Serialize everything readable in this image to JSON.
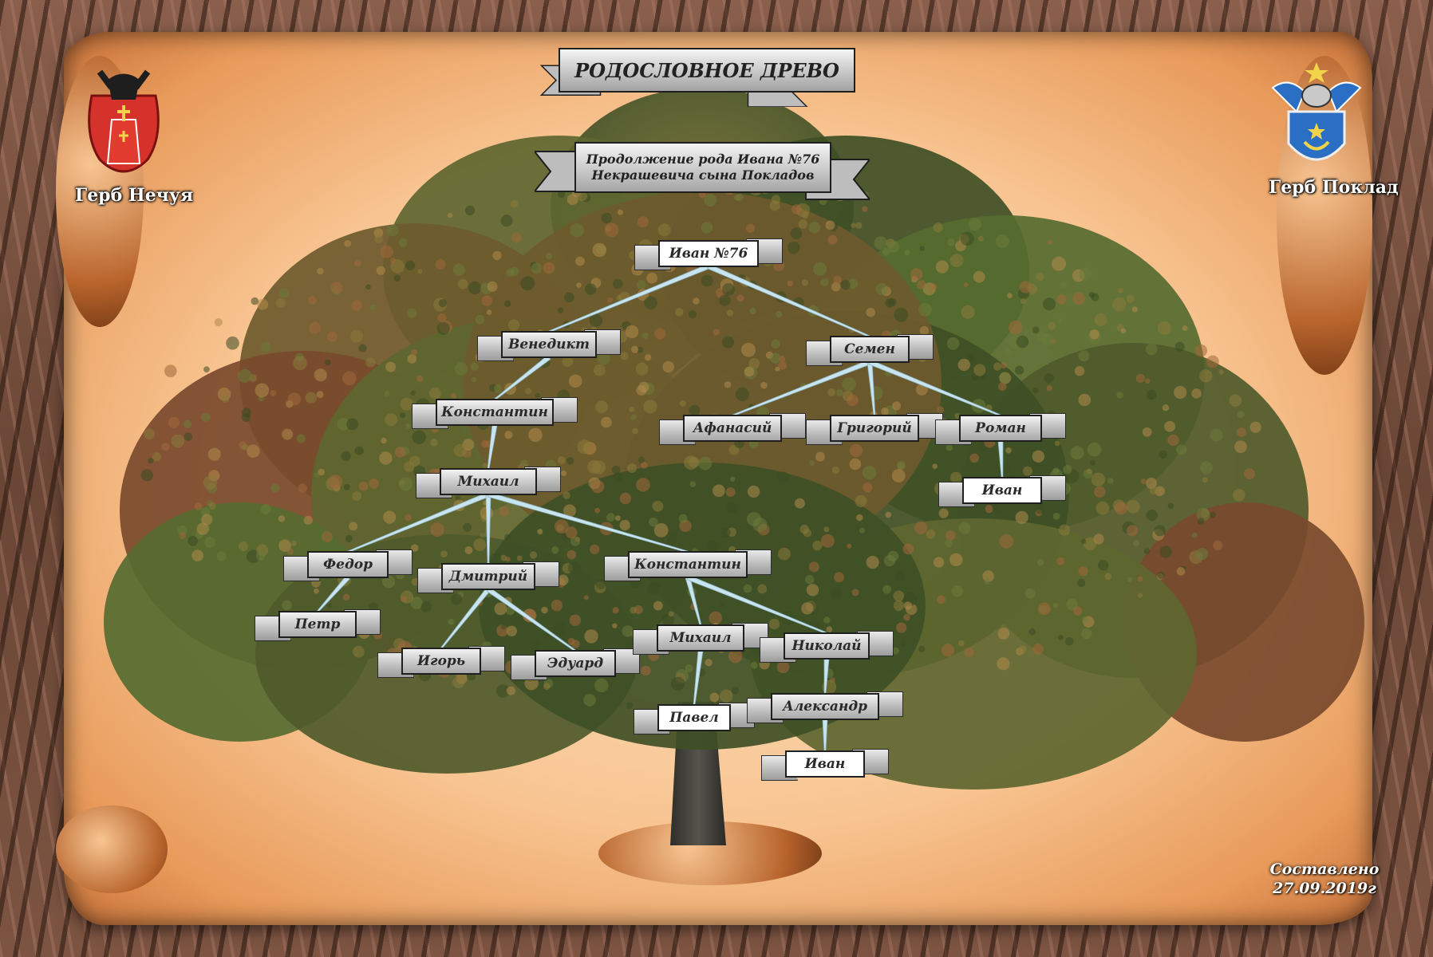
{
  "title": "РОДОСЛОВНОЕ ДРЕВО",
  "subtitle": {
    "line1": "Продолжение рода Ивана №76",
    "line2": "Некрашевича сына Покладов"
  },
  "crests": {
    "left_caption": "Герб Нечуя",
    "right_caption": "Герб Поклад"
  },
  "footer": {
    "line1": "Составлено",
    "line2": "27.09.2019г"
  },
  "colors": {
    "parchment": "#f8c592",
    "foliage": "#4a5a2c",
    "connector": "#c8e4ee",
    "left_crest": "#d4322a",
    "right_crest": "#2a6fc4"
  },
  "nodes": [
    {
      "id": "ivan76",
      "name": "Иван №76"
    },
    {
      "id": "venedikt",
      "name": "Венедикт"
    },
    {
      "id": "semen",
      "name": "Семен"
    },
    {
      "id": "konstantin1",
      "name": "Константин"
    },
    {
      "id": "afanasiy",
      "name": "Афанасий"
    },
    {
      "id": "grigoriy",
      "name": "Григорий"
    },
    {
      "id": "roman",
      "name": "Роман"
    },
    {
      "id": "ivan_r",
      "name": "Иван"
    },
    {
      "id": "mikhail1",
      "name": "Михаил"
    },
    {
      "id": "fedor",
      "name": "Федор"
    },
    {
      "id": "dmitriy",
      "name": "Дмитрий"
    },
    {
      "id": "konstantin2",
      "name": "Константин"
    },
    {
      "id": "petr",
      "name": "Петр"
    },
    {
      "id": "igor",
      "name": "Игорь"
    },
    {
      "id": "eduard",
      "name": "Эдуард"
    },
    {
      "id": "mikhail2",
      "name": "Михаил"
    },
    {
      "id": "nikolay",
      "name": "Николай"
    },
    {
      "id": "pavel",
      "name": "Павел"
    },
    {
      "id": "aleksandr",
      "name": "Александр"
    },
    {
      "id": "ivan_a",
      "name": "Иван"
    }
  ],
  "edges": [
    [
      "ivan76",
      "venedikt"
    ],
    [
      "ivan76",
      "semen"
    ],
    [
      "venedikt",
      "konstantin1"
    ],
    [
      "semen",
      "afanasiy"
    ],
    [
      "semen",
      "grigoriy"
    ],
    [
      "semen",
      "roman"
    ],
    [
      "roman",
      "ivan_r"
    ],
    [
      "konstantin1",
      "mikhail1"
    ],
    [
      "mikhail1",
      "fedor"
    ],
    [
      "mikhail1",
      "dmitriy"
    ],
    [
      "mikhail1",
      "konstantin2"
    ],
    [
      "fedor",
      "petr"
    ],
    [
      "dmitriy",
      "igor"
    ],
    [
      "dmitriy",
      "eduard"
    ],
    [
      "konstantin2",
      "mikhail2"
    ],
    [
      "konstantin2",
      "nikolay"
    ],
    [
      "mikhail2",
      "pavel"
    ],
    [
      "nikolay",
      "aleksandr"
    ],
    [
      "aleksandr",
      "ivan_a"
    ]
  ]
}
